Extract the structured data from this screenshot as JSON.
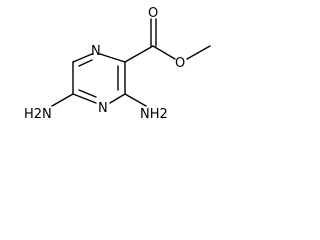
{
  "molecule": {
    "atoms": {
      "ring_n_top": "N",
      "ring_n_bottom": "N",
      "carbonyl_o": "O",
      "ester_o": "O",
      "amine_left": "H2N",
      "amine_right": "NH2"
    }
  },
  "colors": {
    "line": "#000000",
    "background": "#ffffff"
  }
}
